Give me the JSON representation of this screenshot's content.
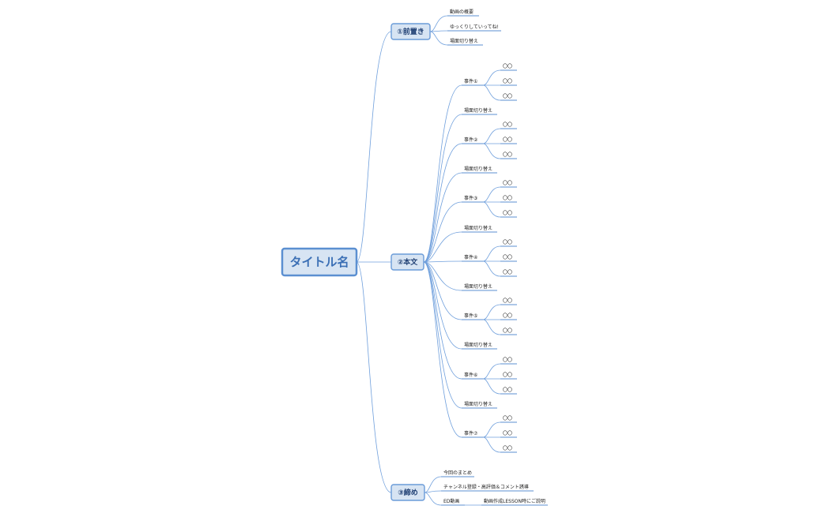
{
  "root": {
    "label": "タイトル名"
  },
  "branches": [
    {
      "label": "①前置き",
      "items": [
        {
          "label": "動画の概要"
        },
        {
          "label": "ゆっくりしていってね!"
        },
        {
          "label": "場面切り替え"
        }
      ]
    },
    {
      "label": "②本文",
      "items": [
        {
          "label": "事件①",
          "children": [
            "〇〇",
            "〇〇",
            "〇〇"
          ]
        },
        {
          "label": "場面切り替え"
        },
        {
          "label": "事件②",
          "children": [
            "〇〇",
            "〇〇",
            "〇〇"
          ]
        },
        {
          "label": "場面切り替え"
        },
        {
          "label": "事件③",
          "children": [
            "〇〇",
            "〇〇",
            "〇〇"
          ]
        },
        {
          "label": "場面切り替え"
        },
        {
          "label": "事件④",
          "children": [
            "〇〇",
            "〇〇",
            "〇〇"
          ]
        },
        {
          "label": "場面切り替え"
        },
        {
          "label": "事件⑤",
          "children": [
            "〇〇",
            "〇〇",
            "〇〇"
          ]
        },
        {
          "label": "場面切り替え"
        },
        {
          "label": "事件⑥",
          "children": [
            "〇〇",
            "〇〇",
            "〇〇"
          ]
        },
        {
          "label": "場面切り替え"
        },
        {
          "label": "事件⑦",
          "children": [
            "〇〇",
            "〇〇",
            "〇〇"
          ]
        }
      ]
    },
    {
      "label": "③締め",
      "items": [
        {
          "label": "今回のまとめ"
        },
        {
          "label": "チャンネル登録・高評価＆コメント誘導"
        },
        {
          "label": "ED動画",
          "children": [
            "動画作成LESSON時にご説明"
          ]
        }
      ]
    }
  ]
}
